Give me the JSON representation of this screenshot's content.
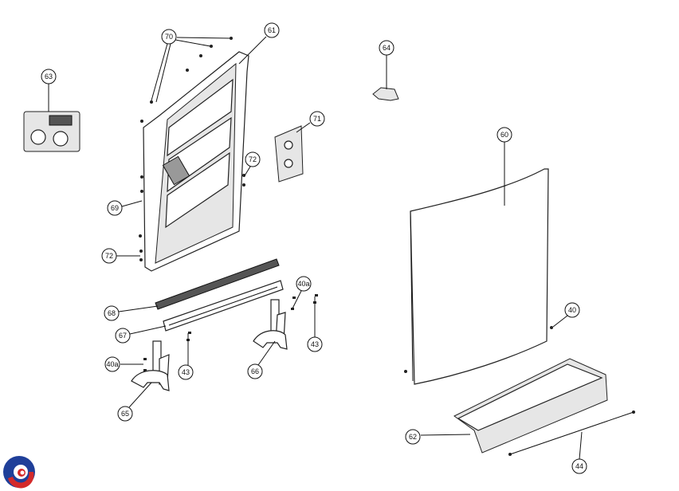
{
  "diagram": {
    "title": "Dishwasher door exploded parts diagram",
    "callouts": {
      "c70": "70",
      "c61": "61",
      "c63": "63",
      "c64": "64",
      "c71": "71",
      "c60": "60",
      "c72a": "72",
      "c69": "69",
      "c72b": "72",
      "c68": "68",
      "c40a_top": "40a",
      "c67": "67",
      "c40": "40",
      "c43_right": "43",
      "c43_mid": "43",
      "c40a_left": "40a",
      "c66": "66",
      "c65": "65",
      "c62": "62",
      "c44": "44"
    },
    "colors": {
      "logo_blue": "#1f3f99",
      "logo_red": "#d42a2a"
    }
  }
}
